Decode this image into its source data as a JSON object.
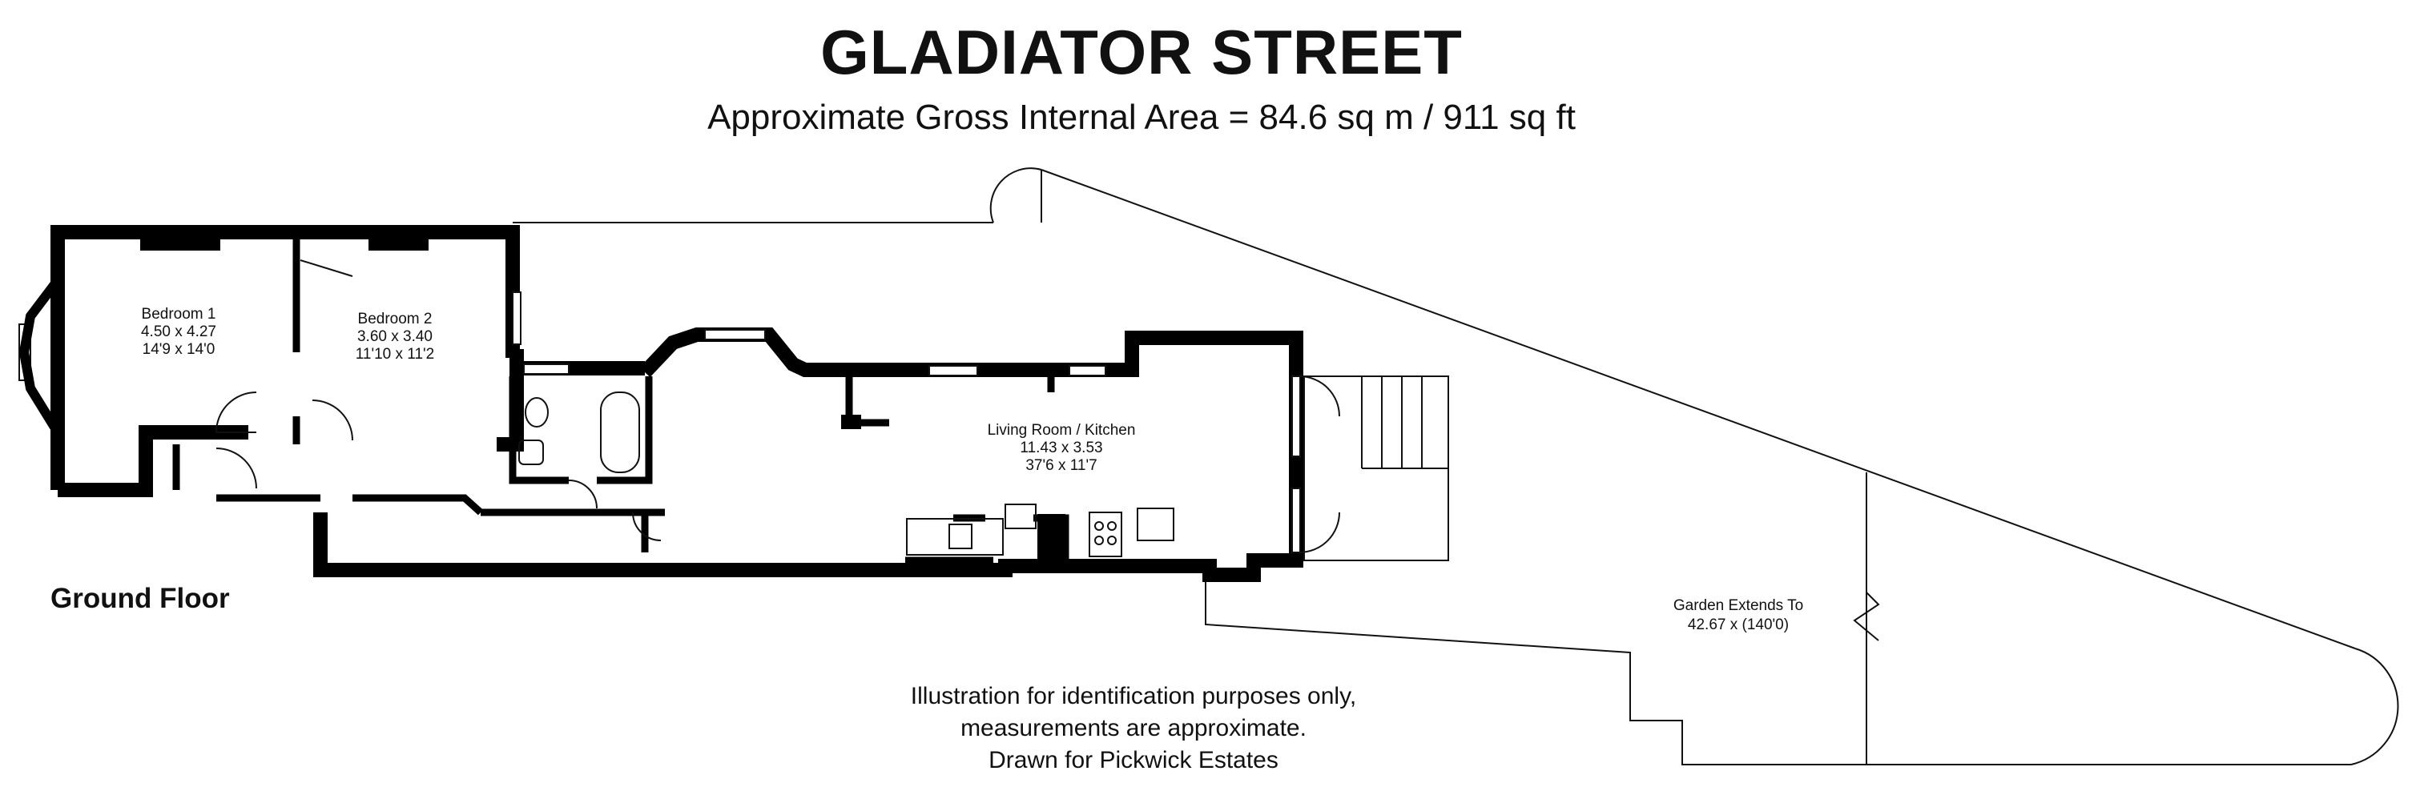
{
  "title": "GLADIATOR STREET",
  "subtitle": "Approximate Gross Internal Area = 84.6 sq m / 911 sq ft",
  "floor_label": "Ground Floor",
  "rooms": [
    {
      "name": "Bedroom 1",
      "metric": "4.50 x 4.27",
      "imperial": "14'9 x 14'0"
    },
    {
      "name": "Bedroom 2",
      "metric": "3.60 x 3.40",
      "imperial": "11'10 x 11'2"
    },
    {
      "name": "Living Room / Kitchen",
      "metric": "11.43 x 3.53",
      "imperial": "37'6 x 11'7"
    }
  ],
  "garden": {
    "label": "Garden Extends To",
    "size": "42.67 x (140'0)"
  },
  "disclaimer": [
    "Illustration for identification purposes only,",
    "measurements are approximate.",
    "Drawn for Pickwick Estates"
  ],
  "colors": {
    "wall": "#000000",
    "line": "#111111",
    "window": "#ffffff",
    "background": "#ffffff"
  }
}
